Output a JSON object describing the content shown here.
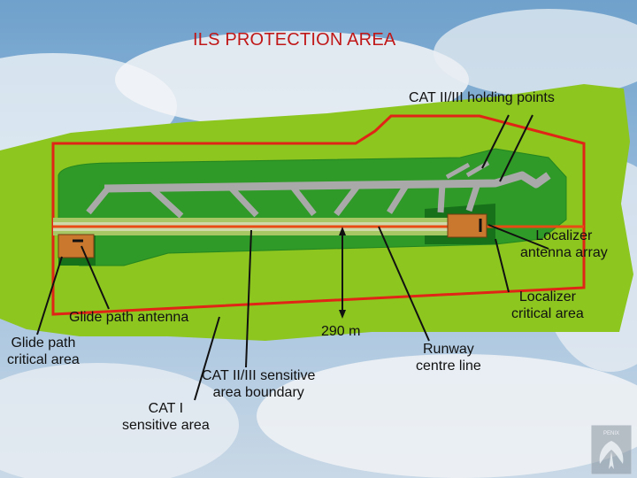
{
  "title": "ILS PROTECTION AREA",
  "labels": {
    "holding_points": "CAT II/III holding points",
    "localizer_array": "Localizer\nantenna array",
    "localizer_critical": "Localizer\ncritical area",
    "glide_path_antenna": "Glide path antenna",
    "distance": "290 m",
    "glide_path_critical": "Glide path\ncritical area",
    "runway_centre_line": "Runway\ncentre line",
    "cat23_boundary": "CAT II/III sensitive\narea boundary",
    "cat1_sensitive": "CAT I\nsensitive area"
  },
  "logo_text": "PENIX",
  "colors": {
    "title": "#c01818",
    "outer_area": "#8cc61f",
    "sensitive_area": "#2f9a27",
    "critical_area": "#17701a",
    "taxiway": "#a9a9a9",
    "runway_line": "#e84b14",
    "boundary": "#e02416",
    "antenna": "#c9782d"
  }
}
